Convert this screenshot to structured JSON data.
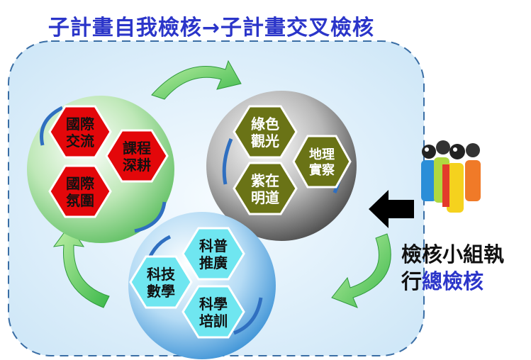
{
  "title": "子計畫自我檢核→子計畫交叉檢核",
  "groups": {
    "red": {
      "color": "#e3070a",
      "items": [
        {
          "line1": "國際",
          "line2": "交流"
        },
        {
          "line1": "課程",
          "line2": "深耕"
        },
        {
          "line1": "國際",
          "line2": "氛圍"
        }
      ]
    },
    "olive": {
      "color": "#6a7316",
      "items": [
        {
          "line1": "綠色",
          "line2": "觀光"
        },
        {
          "line1": "地理",
          "line2": "實察"
        },
        {
          "line1": "紫在",
          "line2": "明道"
        }
      ]
    },
    "cyan": {
      "color": "#6fe6f0",
      "items": [
        {
          "line1": "科普",
          "line2": "推廣"
        },
        {
          "line1": "科技",
          "line2": "數學"
        },
        {
          "line1": "科學",
          "line2": "培訓"
        }
      ]
    }
  },
  "side_label": {
    "line1": "檢核小組執",
    "line2_plain": "行",
    "line2_highlight": "總檢核"
  },
  "icons": [
    "people-group-icon",
    "left-arrow-icon",
    "cycle-arrow-icon"
  ]
}
